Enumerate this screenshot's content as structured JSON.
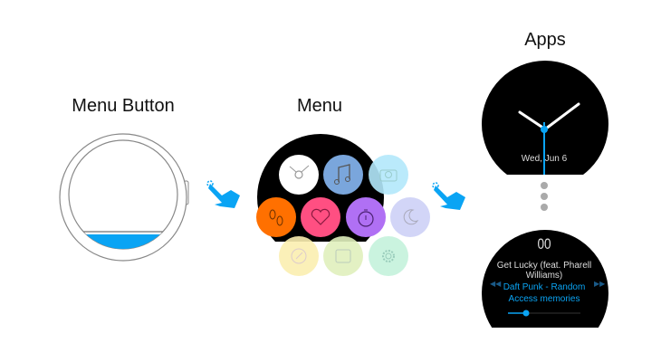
{
  "labels": {
    "menu_button": "Menu Button",
    "menu": "Menu",
    "apps": "Apps"
  },
  "watch_face": {
    "date": "Wed, Jun 6"
  },
  "music_app": {
    "pause_symbol": "00",
    "song_line1": "Get Lucky (feat. Pharell",
    "song_line2": "Williams)",
    "artist_line1": "Daft Punk - Random",
    "artist_line2": "Access memories",
    "progress": 0.25
  },
  "menu_apps": [
    {
      "name": "clock",
      "color": "#ffffff"
    },
    {
      "name": "music",
      "color": "#7aa6dc"
    },
    {
      "name": "camera",
      "color": "#b3e8fb"
    },
    {
      "name": "footsteps",
      "color": "#ff7000"
    },
    {
      "name": "heart",
      "color": "#ff4f82"
    },
    {
      "name": "timer",
      "color": "#b070f4"
    },
    {
      "name": "moon",
      "color": "#cdd0f6"
    },
    {
      "name": "compass",
      "color": "#fbeeb0"
    },
    {
      "name": "calendar",
      "color": "#e0efbc"
    },
    {
      "name": "settings",
      "color": "#c4f2dc"
    }
  ],
  "colors": {
    "accent": "#0aa4f4"
  }
}
